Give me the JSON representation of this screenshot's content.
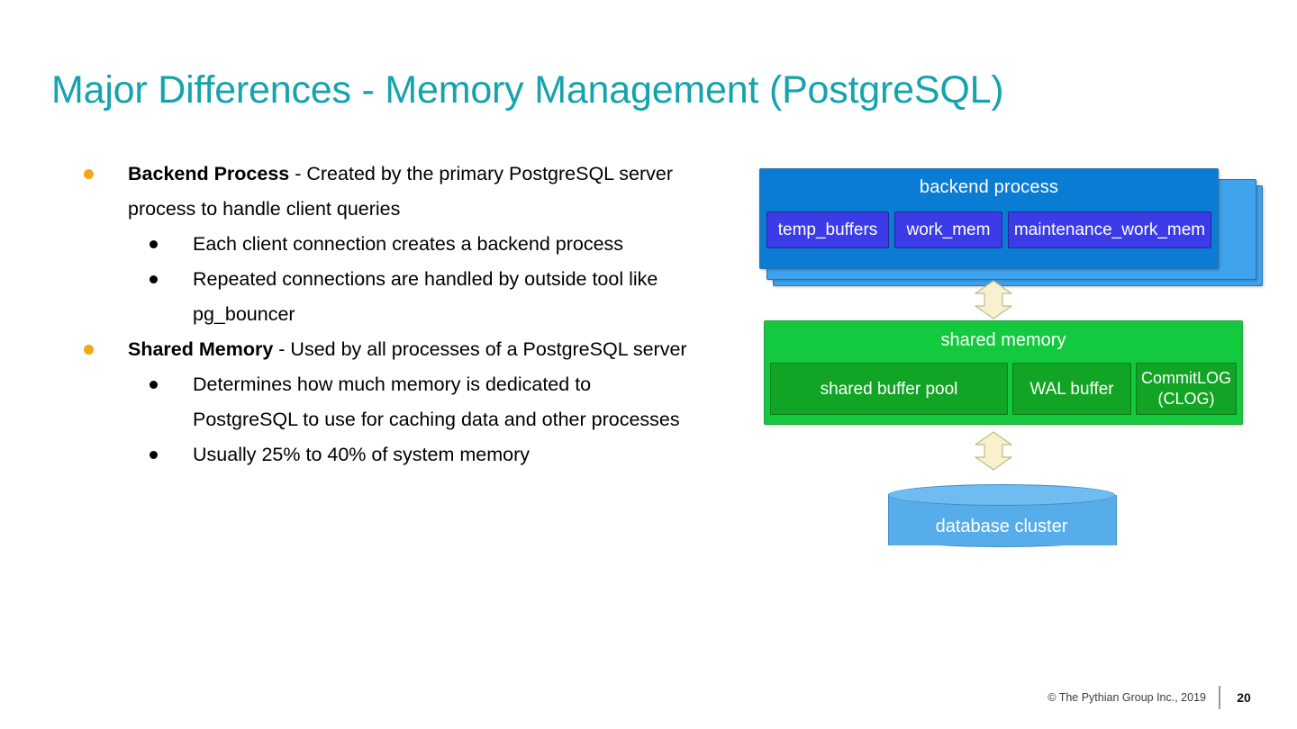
{
  "slide": {
    "title": "Major Differences - Memory Management (PostgreSQL)",
    "title_color": "#16A3AD"
  },
  "content": {
    "bullets": [
      {
        "level": 1,
        "bullet_color": "#F2A71B",
        "strong": "Backend Process",
        "text": " - Created by the primary PostgreSQL server process to handle client queries"
      },
      {
        "level": 2,
        "bullet_color": "#000000",
        "strong": "",
        "text": "Each client connection creates a backend process"
      },
      {
        "level": 2,
        "bullet_color": "#000000",
        "strong": "",
        "text": "Repeated connections are handled by outside tool like pg_bouncer"
      },
      {
        "level": 1,
        "bullet_color": "#F2A71B",
        "strong": "Shared Memory",
        "text": " - Used by all processes of a PostgreSQL server"
      },
      {
        "level": 2,
        "bullet_color": "#000000",
        "strong": "",
        "text": "Determines how much memory is dedicated to PostgreSQL to use for caching data and other processes"
      },
      {
        "level": 2,
        "bullet_color": "#000000",
        "strong": "",
        "text": "Usually 25% to 40% of system memory"
      }
    ]
  },
  "diagram": {
    "backend": {
      "title": "backend process",
      "color": "#0B7CD4",
      "stack_color": "#3FA3EE",
      "inner_color": "#3B3BE8",
      "boxes": [
        "temp_buffers",
        "work_mem",
        "maintenance_work_mem"
      ]
    },
    "shared_memory": {
      "title": "shared memory",
      "color": "#13C93D",
      "inner_color": "#12A425",
      "boxes": [
        "shared buffer pool",
        "WAL buffer",
        "CommitLOG\n(CLOG)"
      ],
      "box_commitlog_line1": "CommitLOG",
      "box_commitlog_line2": "(CLOG)"
    },
    "cluster": {
      "label": "database cluster",
      "color": "#56ADEA"
    },
    "arrow_color": "#F7F2CD"
  },
  "footer": {
    "copyright": "© The Pythian Group Inc., 2019",
    "page_number": "20"
  }
}
